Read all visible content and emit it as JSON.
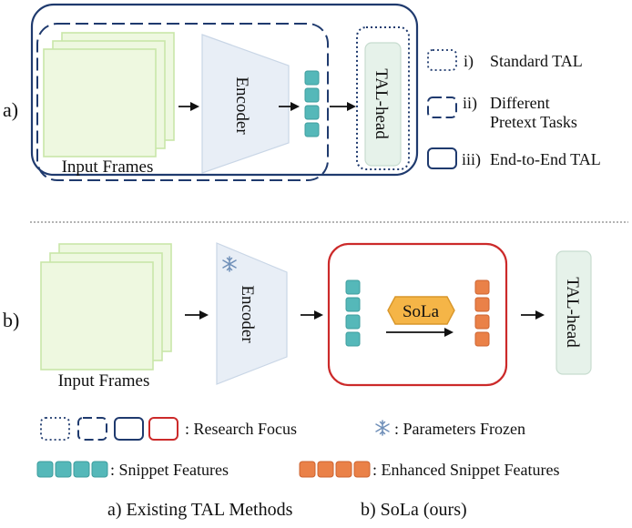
{
  "panel_a": {
    "label": "a)",
    "input_frames": "Input Frames",
    "encoder": "Encoder",
    "head": "TAL-head",
    "legend": [
      {
        "index": "i)",
        "text": "Standard TAL",
        "style": "dotted"
      },
      {
        "index": "ii)",
        "text_line1": "Different",
        "text_line2": "Pretext Tasks",
        "style": "dashed"
      },
      {
        "index": "iii)",
        "text": "End-to-End TAL",
        "style": "solid"
      }
    ]
  },
  "panel_b": {
    "label": "b)",
    "input_frames": "Input Frames",
    "encoder": "Encoder",
    "sola": "SoLa",
    "head": "TAL-head"
  },
  "key": {
    "research_focus": ": Research Focus",
    "parameters_frozen": ": Parameters Frozen",
    "snippet_features": ": Snippet Features",
    "enhanced_snippet_features": ": Enhanced Snippet Features"
  },
  "caption": {
    "a": "a) Existing TAL Methods",
    "b": "b) SoLa (ours)"
  },
  "colors": {
    "navy": "#1f3a6e",
    "red": "#cc2a2a",
    "teal": "#55b8b9",
    "orange": "#ea8148",
    "sola_fill": "#f5b547",
    "frame_fill": "#eef8e0",
    "encoder_fill": "#e8eef6",
    "head_fill": "#e6f2ea"
  },
  "icons": {
    "frozen": "snowflake-icon"
  }
}
